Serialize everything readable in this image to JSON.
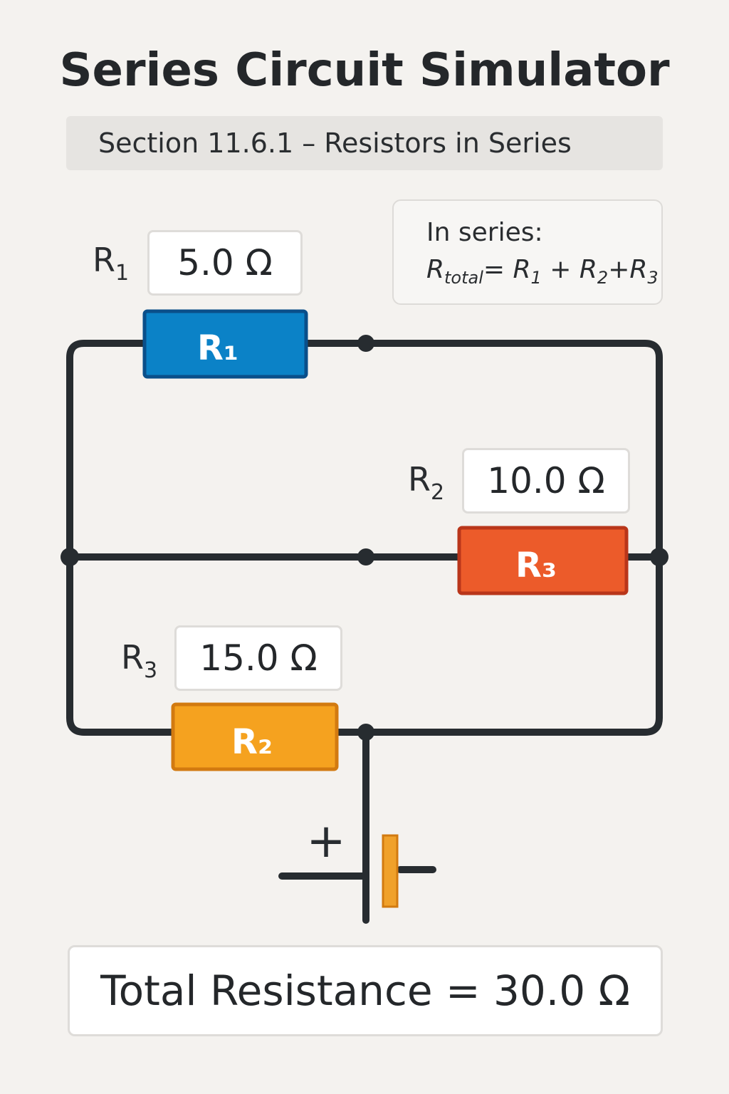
{
  "title": "Series Circuit Simulator",
  "section": "Section 11.6.1 – Resistors in Series",
  "formula": {
    "heading": "In series:",
    "lhs_symbol": "R",
    "lhs_sub": "total",
    "eq_sign": "=",
    "terms": [
      {
        "symbol": "R",
        "sub": "1"
      },
      {
        "symbol": "R",
        "sub": "2"
      },
      {
        "symbol": "R",
        "sub": "3"
      }
    ],
    "plus": "+"
  },
  "inputs": [
    {
      "symbol": "R",
      "sub": "1",
      "value": "5.0 Ω"
    },
    {
      "symbol": "R",
      "sub": "2",
      "value": "10.0 Ω"
    },
    {
      "symbol": "R",
      "sub": "3",
      "value": "15.0 Ω"
    }
  ],
  "resistors": [
    {
      "label": "R₁",
      "color": "#0b82c7",
      "border": "#0a4f8a"
    },
    {
      "label": "R₃",
      "color": "#ec5b2a",
      "border": "#b9361a"
    },
    {
      "label": "R₂",
      "color": "#f5a21f",
      "border": "#d27a10"
    }
  ],
  "battery": {
    "plus_sign": "+",
    "plate_color": "#f0a12b"
  },
  "total": {
    "label": "Total Resistance =",
    "value": "30.0 Ω"
  },
  "colors": {
    "wire": "#272c30",
    "background": "#f4f2ef"
  }
}
